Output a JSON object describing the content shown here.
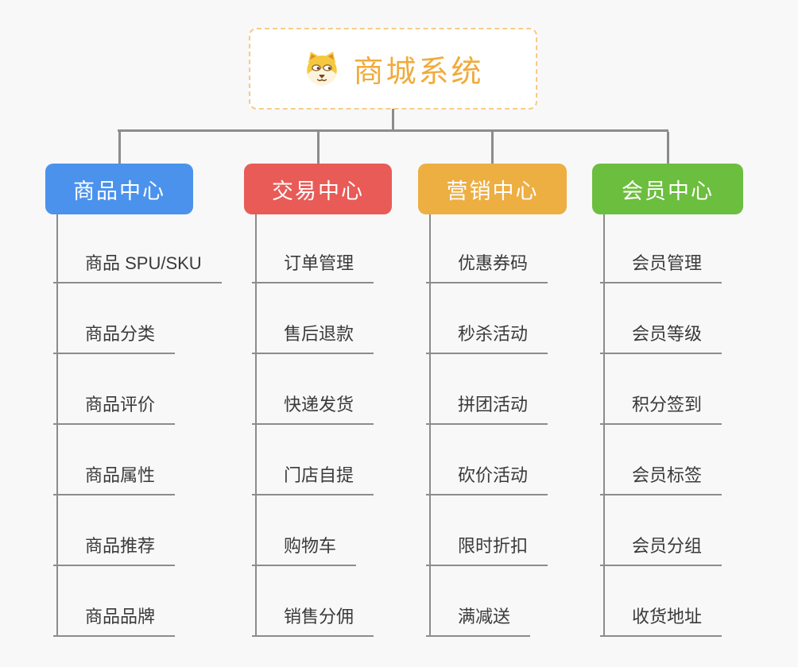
{
  "root": {
    "title": "商城系统",
    "icon": "dog-face-icon",
    "title_color": "#f0ab3c",
    "border_color": "#f6cc85"
  },
  "connector_color": "#8c8c8c",
  "branches": [
    {
      "label": "商品中心",
      "color": "#4b92ec",
      "items": [
        "商品 SPU/SKU",
        "商品分类",
        "商品评价",
        "商品属性",
        "商品推荐",
        "商品品牌"
      ]
    },
    {
      "label": "交易中心",
      "color": "#e85b57",
      "items": [
        "订单管理",
        "售后退款",
        "快递发货",
        "门店自提",
        "购物车",
        "销售分佣"
      ]
    },
    {
      "label": "营销中心",
      "color": "#edae42",
      "items": [
        "优惠券码",
        "秒杀活动",
        "拼团活动",
        "砍价活动",
        "限时折扣",
        "满减送"
      ]
    },
    {
      "label": "会员中心",
      "color": "#6cbe3e",
      "items": [
        "会员管理",
        "会员等级",
        "积分签到",
        "会员标签",
        "会员分组",
        "收货地址"
      ]
    }
  ]
}
